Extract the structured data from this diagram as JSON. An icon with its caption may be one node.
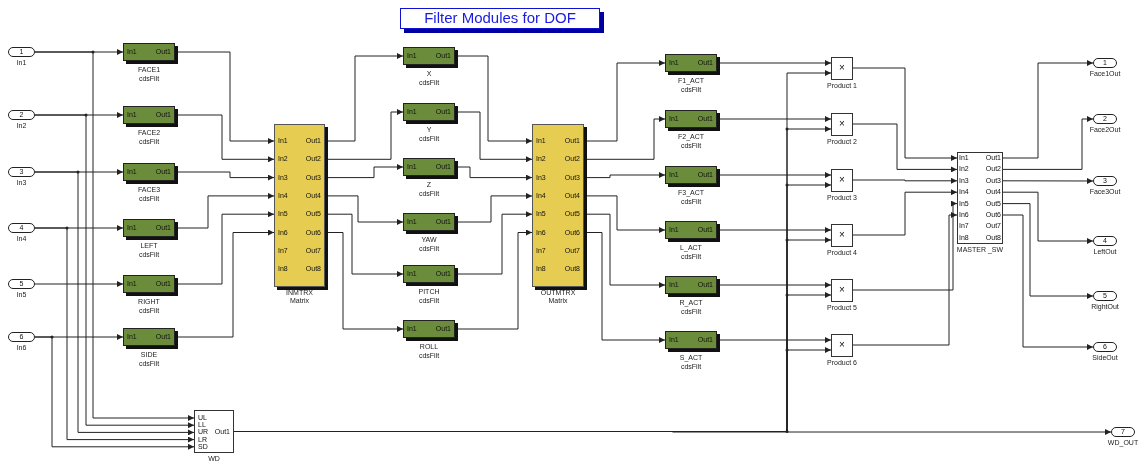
{
  "diagram": {
    "title": "Filter Modules for DOF",
    "nodes": [
      {
        "text": [
          "1"
        ],
        "beside": [
          "In1"
        ]
      },
      {
        "text": [
          "2"
        ],
        "beside": [
          "In2"
        ]
      },
      {
        "text": [
          "3"
        ],
        "beside": [
          "In3"
        ]
      },
      {
        "text": [
          "4"
        ],
        "beside": [
          "In4"
        ]
      },
      {
        "text": [
          "5"
        ],
        "beside": [
          "In5"
        ]
      },
      {
        "text": [
          "6"
        ],
        "beside": [
          "In6"
        ]
      },
      {
        "text": [
          "In1",
          "Out1"
        ],
        "beside": [
          "FACE1",
          "cdsFilt"
        ]
      },
      {
        "text": [
          "In1",
          "Out1"
        ],
        "beside": [
          "FACE2",
          "cdsFilt"
        ]
      },
      {
        "text": [
          "In1",
          "Out1"
        ],
        "beside": [
          "FACE3",
          "cdsFilt"
        ]
      },
      {
        "text": [
          "In1",
          "Out1"
        ],
        "beside": [
          "LEFT",
          "cdsFilt"
        ]
      },
      {
        "text": [
          "In1",
          "Out1"
        ],
        "beside": [
          "RIGHT",
          "cdsFilt"
        ]
      },
      {
        "text": [
          "In1",
          "Out1"
        ],
        "beside": [
          "SIDE",
          "cdsFilt"
        ]
      },
      {
        "text": [
          "UL",
          "LL",
          "UR",
          "LR",
          "SD",
          "Out1"
        ],
        "beside": [
          "WD"
        ]
      },
      {
        "text": [
          "In1",
          "In2",
          "In3",
          "In4",
          "In5",
          "In6",
          "In7",
          "In8",
          "Out1",
          "Out2",
          "Out3",
          "Out4",
          "Out5",
          "Out6",
          "Out7",
          "Out8"
        ],
        "beside": [
          "INMTRX",
          "Matrix"
        ]
      },
      {
        "text": [
          "In1",
          "Out1"
        ],
        "beside": [
          "X",
          "cdsFilt"
        ]
      },
      {
        "text": [
          "In1",
          "Out1"
        ],
        "beside": [
          "Y",
          "cdsFilt"
        ]
      },
      {
        "text": [
          "In1",
          "Out1"
        ],
        "beside": [
          "Z",
          "cdsFilt"
        ]
      },
      {
        "text": [
          "In1",
          "Out1"
        ],
        "beside": [
          "YAW",
          "cdsFilt"
        ]
      },
      {
        "text": [
          "In1",
          "Out1"
        ],
        "beside": [
          "PITCH",
          "cdsFilt"
        ]
      },
      {
        "text": [
          "In1",
          "Out1"
        ],
        "beside": [
          "ROLL",
          "cdsFilt"
        ]
      },
      {
        "text": [
          "In1",
          "In2",
          "In3",
          "In4",
          "In5",
          "In6",
          "In7",
          "In8",
          "Out1",
          "Out2",
          "Out3",
          "Out4",
          "Out5",
          "Out6",
          "Out7",
          "Out8"
        ],
        "beside": [
          "OUTMTRX",
          "Matrix"
        ]
      },
      {
        "text": [
          "In1",
          "Out1"
        ],
        "beside": [
          "F1_ACT",
          "cdsFilt"
        ]
      },
      {
        "text": [
          "In1",
          "Out1"
        ],
        "beside": [
          "F2_ACT",
          "cdsFilt"
        ]
      },
      {
        "text": [
          "In1",
          "Out1"
        ],
        "beside": [
          "F3_ACT",
          "cdsFilt"
        ]
      },
      {
        "text": [
          "In1",
          "Out1"
        ],
        "beside": [
          "L_ACT",
          "cdsFilt"
        ]
      },
      {
        "text": [
          "In1",
          "Out1"
        ],
        "beside": [
          "R_ACT",
          "cdsFilt"
        ]
      },
      {
        "text": [
          "In1",
          "Out1"
        ],
        "beside": [
          "S_ACT",
          "cdsFilt"
        ]
      },
      {
        "text": [
          "×"
        ],
        "beside": [
          "Product 1"
        ]
      },
      {
        "text": [
          "×"
        ],
        "beside": [
          "Product 2"
        ]
      },
      {
        "text": [
          "×"
        ],
        "beside": [
          "Product 3"
        ]
      },
      {
        "text": [
          "×"
        ],
        "beside": [
          "Product 4"
        ]
      },
      {
        "text": [
          "×"
        ],
        "beside": [
          "Product 5"
        ]
      },
      {
        "text": [
          "×"
        ],
        "beside": [
          "Product 6"
        ]
      },
      {
        "text": [
          "In1",
          "In2",
          "In3",
          "In4",
          "In5",
          "In6",
          "In7",
          "In8",
          "Out1",
          "Out2",
          "Out3",
          "Out4",
          "Out5",
          "Out6",
          "Out7",
          "Out8"
        ],
        "beside": [
          "MASTER _SW"
        ]
      },
      {
        "text": [
          "1"
        ],
        "beside": [
          "Face1Out"
        ]
      },
      {
        "text": [
          "2"
        ],
        "beside": [
          "Face2Out"
        ]
      },
      {
        "text": [
          "3"
        ],
        "beside": [
          "Face3Out"
        ]
      },
      {
        "text": [
          "4"
        ],
        "beside": [
          "LeftOut"
        ]
      },
      {
        "text": [
          "5"
        ],
        "beside": [
          "RightOut"
        ]
      },
      {
        "text": [
          "6"
        ],
        "beside": [
          "SideOut"
        ]
      },
      {
        "text": [
          "7"
        ],
        "beside": [
          "WD_OUT"
        ]
      }
    ],
    "edges": [
      {
        "from": 0,
        "to": 6,
        "arrow": "to"
      },
      {
        "from": 1,
        "to": 7,
        "arrow": "to"
      },
      {
        "from": 2,
        "to": 8,
        "arrow": "to"
      },
      {
        "from": 3,
        "to": 9,
        "arrow": "to"
      },
      {
        "from": 4,
        "to": 10,
        "arrow": "to"
      },
      {
        "from": 5,
        "to": 11,
        "arrow": "to"
      },
      {
        "from": 0,
        "to": 12,
        "arrow": "to"
      },
      {
        "from": 1,
        "to": 12,
        "arrow": "to"
      },
      {
        "from": 2,
        "to": 12,
        "arrow": "to"
      },
      {
        "from": 3,
        "to": 12,
        "arrow": "to"
      },
      {
        "from": 5,
        "to": 12,
        "arrow": "to"
      },
      {
        "from": 6,
        "to": 13,
        "arrow": "to"
      },
      {
        "from": 7,
        "to": 13,
        "arrow": "to"
      },
      {
        "from": 8,
        "to": 13,
        "arrow": "to"
      },
      {
        "from": 9,
        "to": 13,
        "arrow": "to"
      },
      {
        "from": 10,
        "to": 13,
        "arrow": "to"
      },
      {
        "from": 11,
        "to": 13,
        "arrow": "to"
      },
      {
        "from": 13,
        "to": 14,
        "arrow": "to"
      },
      {
        "from": 13,
        "to": 15,
        "arrow": "to"
      },
      {
        "from": 13,
        "to": 16,
        "arrow": "to"
      },
      {
        "from": 13,
        "to": 17,
        "arrow": "to"
      },
      {
        "from": 13,
        "to": 18,
        "arrow": "to"
      },
      {
        "from": 13,
        "to": 19,
        "arrow": "to"
      },
      {
        "from": 14,
        "to": 20,
        "arrow": "to"
      },
      {
        "from": 15,
        "to": 20,
        "arrow": "to"
      },
      {
        "from": 16,
        "to": 20,
        "arrow": "to"
      },
      {
        "from": 17,
        "to": 20,
        "arrow": "to"
      },
      {
        "from": 18,
        "to": 20,
        "arrow": "to"
      },
      {
        "from": 19,
        "to": 20,
        "arrow": "to"
      },
      {
        "from": 20,
        "to": 21,
        "arrow": "to"
      },
      {
        "from": 20,
        "to": 22,
        "arrow": "to"
      },
      {
        "from": 20,
        "to": 23,
        "arrow": "to"
      },
      {
        "from": 20,
        "to": 24,
        "arrow": "to"
      },
      {
        "from": 20,
        "to": 25,
        "arrow": "to"
      },
      {
        "from": 20,
        "to": 26,
        "arrow": "to"
      },
      {
        "from": 21,
        "to": 27,
        "arrow": "to"
      },
      {
        "from": 22,
        "to": 28,
        "arrow": "to"
      },
      {
        "from": 23,
        "to": 29,
        "arrow": "to"
      },
      {
        "from": 24,
        "to": 30,
        "arrow": "to"
      },
      {
        "from": 25,
        "to": 31,
        "arrow": "to"
      },
      {
        "from": 26,
        "to": 32,
        "arrow": "to"
      },
      {
        "from": 12,
        "to": 27,
        "arrow": "to"
      },
      {
        "from": 12,
        "to": 28,
        "arrow": "to"
      },
      {
        "from": 12,
        "to": 29,
        "arrow": "to"
      },
      {
        "from": 12,
        "to": 30,
        "arrow": "to"
      },
      {
        "from": 12,
        "to": 31,
        "arrow": "to"
      },
      {
        "from": 12,
        "to": 32,
        "arrow": "to"
      },
      {
        "from": 12,
        "to": 40,
        "arrow": "to"
      },
      {
        "from": 27,
        "to": 33,
        "arrow": "to"
      },
      {
        "from": 28,
        "to": 33,
        "arrow": "to"
      },
      {
        "from": 29,
        "to": 33,
        "arrow": "to"
      },
      {
        "from": 30,
        "to": 33,
        "arrow": "to"
      },
      {
        "from": 31,
        "to": 33,
        "arrow": "to"
      },
      {
        "from": 32,
        "to": 33,
        "arrow": "to"
      },
      {
        "from": 33,
        "to": 34,
        "arrow": "to"
      },
      {
        "from": 33,
        "to": 35,
        "arrow": "to"
      },
      {
        "from": 33,
        "to": 36,
        "arrow": "to"
      },
      {
        "from": 33,
        "to": 37,
        "arrow": "to"
      },
      {
        "from": 33,
        "to": 38,
        "arrow": "to"
      },
      {
        "from": 33,
        "to": 39,
        "arrow": "to"
      }
    ]
  }
}
